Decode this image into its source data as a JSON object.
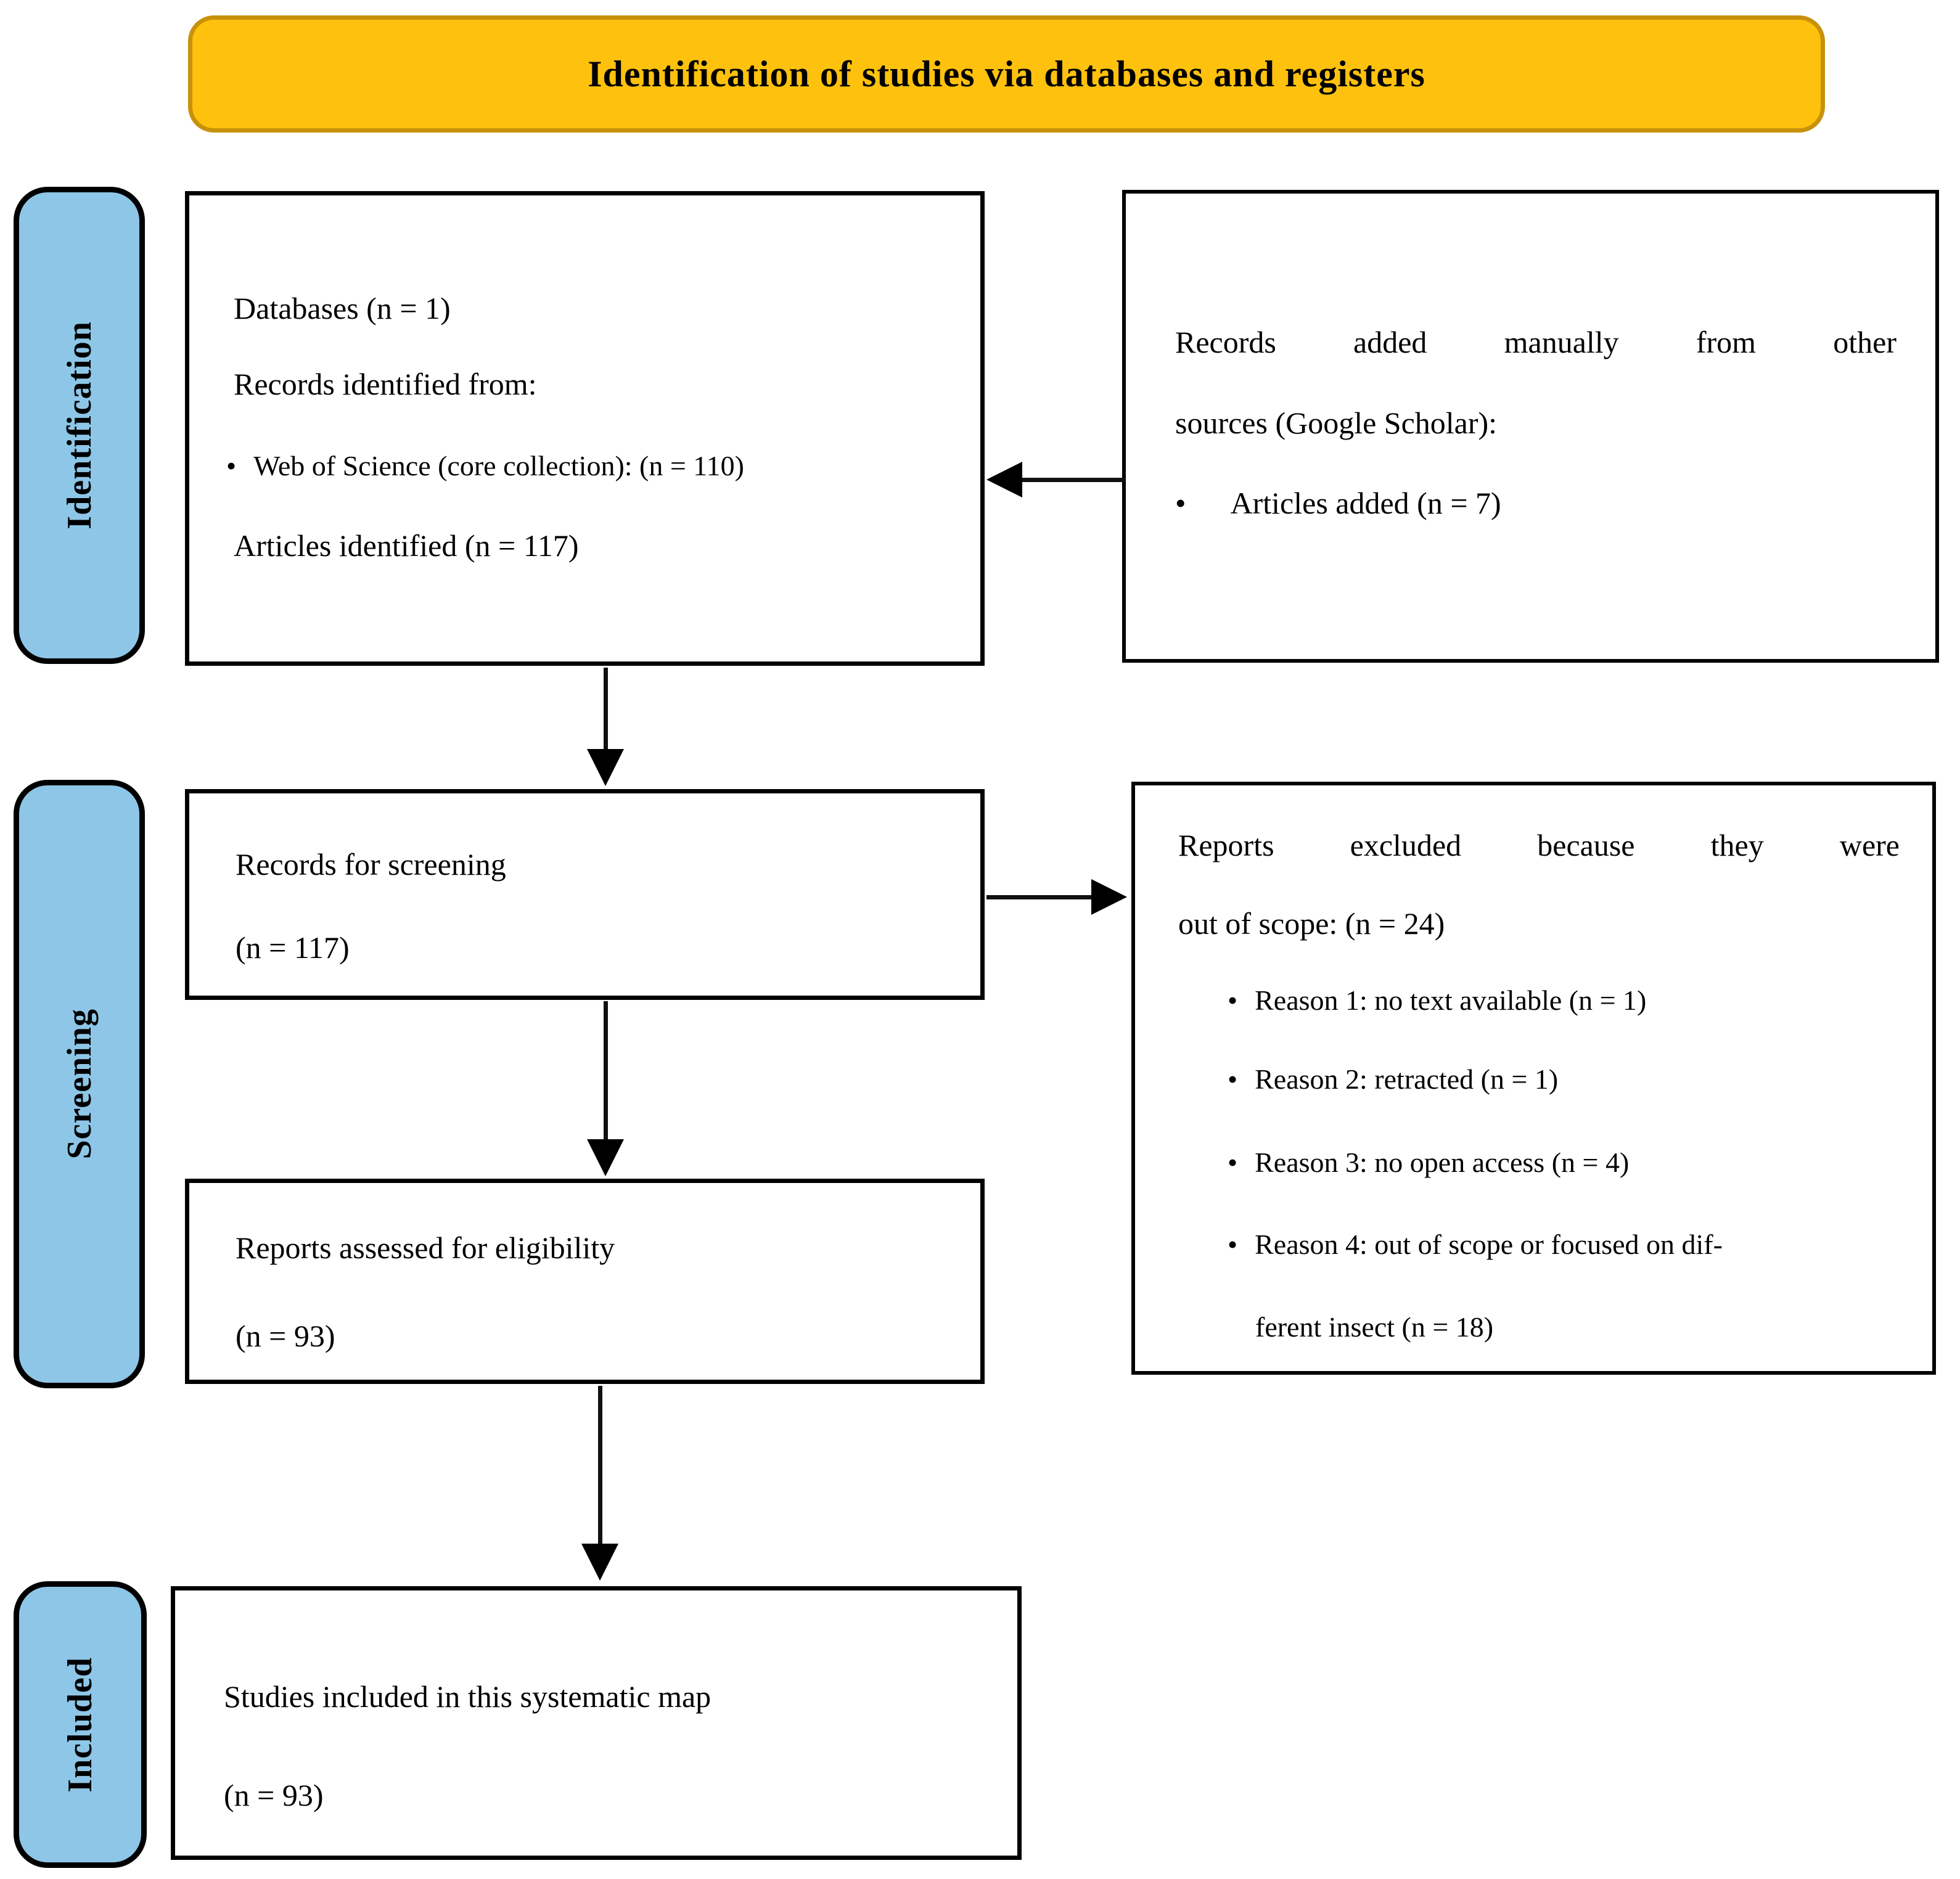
{
  "banner": {
    "title": "Identification of studies via databases and registers"
  },
  "sidebar": {
    "identification": "Identification",
    "screening": "Screening",
    "included": "Included"
  },
  "glyphs": {
    "bullet": "•"
  },
  "colors": {
    "banner_fill": "#FEC10D",
    "banner_border": "#C8910B",
    "stage_label_fill": "#8EC6E7",
    "box_border": "#000000",
    "arrow": "#111111",
    "text": "#000000",
    "background": "#FFFFFF"
  },
  "boxes": {
    "identified": {
      "line1": "Databases (n = 1)",
      "line2": "Records identified from:",
      "bullet1": "Web of Science (core collection): (n = 110)",
      "line3": "Articles identified (n = 117)"
    },
    "manual": {
      "line1": "Records added manually from other",
      "line2": "sources (Google Scholar):",
      "bullet1": "Articles added (n = 7)"
    },
    "screening": {
      "line1": "Records for screening",
      "line2": "(n = 117)"
    },
    "excluded": {
      "line1": "Reports excluded because they were",
      "line2": "out of scope: (n = 24)",
      "reason1": "Reason 1: no text available (n = 1)",
      "reason2": "Reason 2: retracted (n = 1)",
      "reason3": "Reason 3: no open access (n = 4)",
      "reason4a": "Reason 4: out of scope or focused on dif-",
      "reason4b": "ferent insect (n = 18)"
    },
    "eligibility": {
      "line1": "Reports assessed for eligibility",
      "line2": "(n = 93)"
    },
    "included_studies": {
      "line1": "Studies included in this systematic map",
      "line2": "(n = 93)"
    }
  }
}
